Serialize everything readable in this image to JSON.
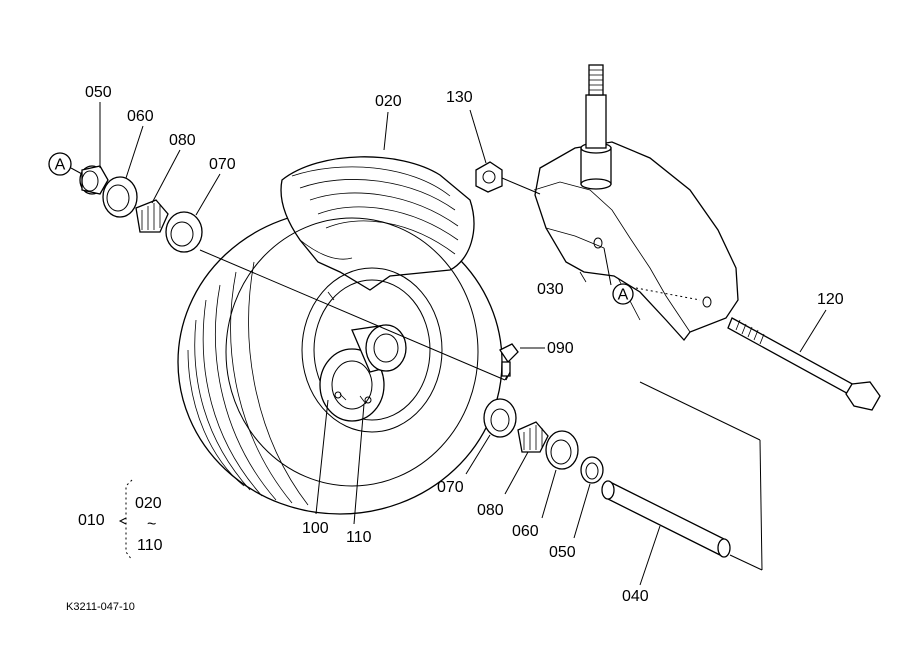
{
  "colors": {
    "ink": "#000000",
    "paper": "#ffffff"
  },
  "callouts": {
    "p050_top": "050",
    "p060_top": "060",
    "p080_top": "080",
    "p070_top": "070",
    "p020": "020",
    "p130": "130",
    "p030": "030",
    "p120": "120",
    "p090": "090",
    "p070_bot": "070",
    "p080_bot": "080",
    "p060_bot": "060",
    "p050_bot": "050",
    "p040": "040",
    "p100": "100",
    "p110": "110",
    "p010": "010",
    "range_start": "020",
    "range_sep": "~",
    "range_end": "110"
  },
  "refs": {
    "a_left": "A",
    "a_right": "A"
  },
  "figure_code": "K3211-047-10"
}
